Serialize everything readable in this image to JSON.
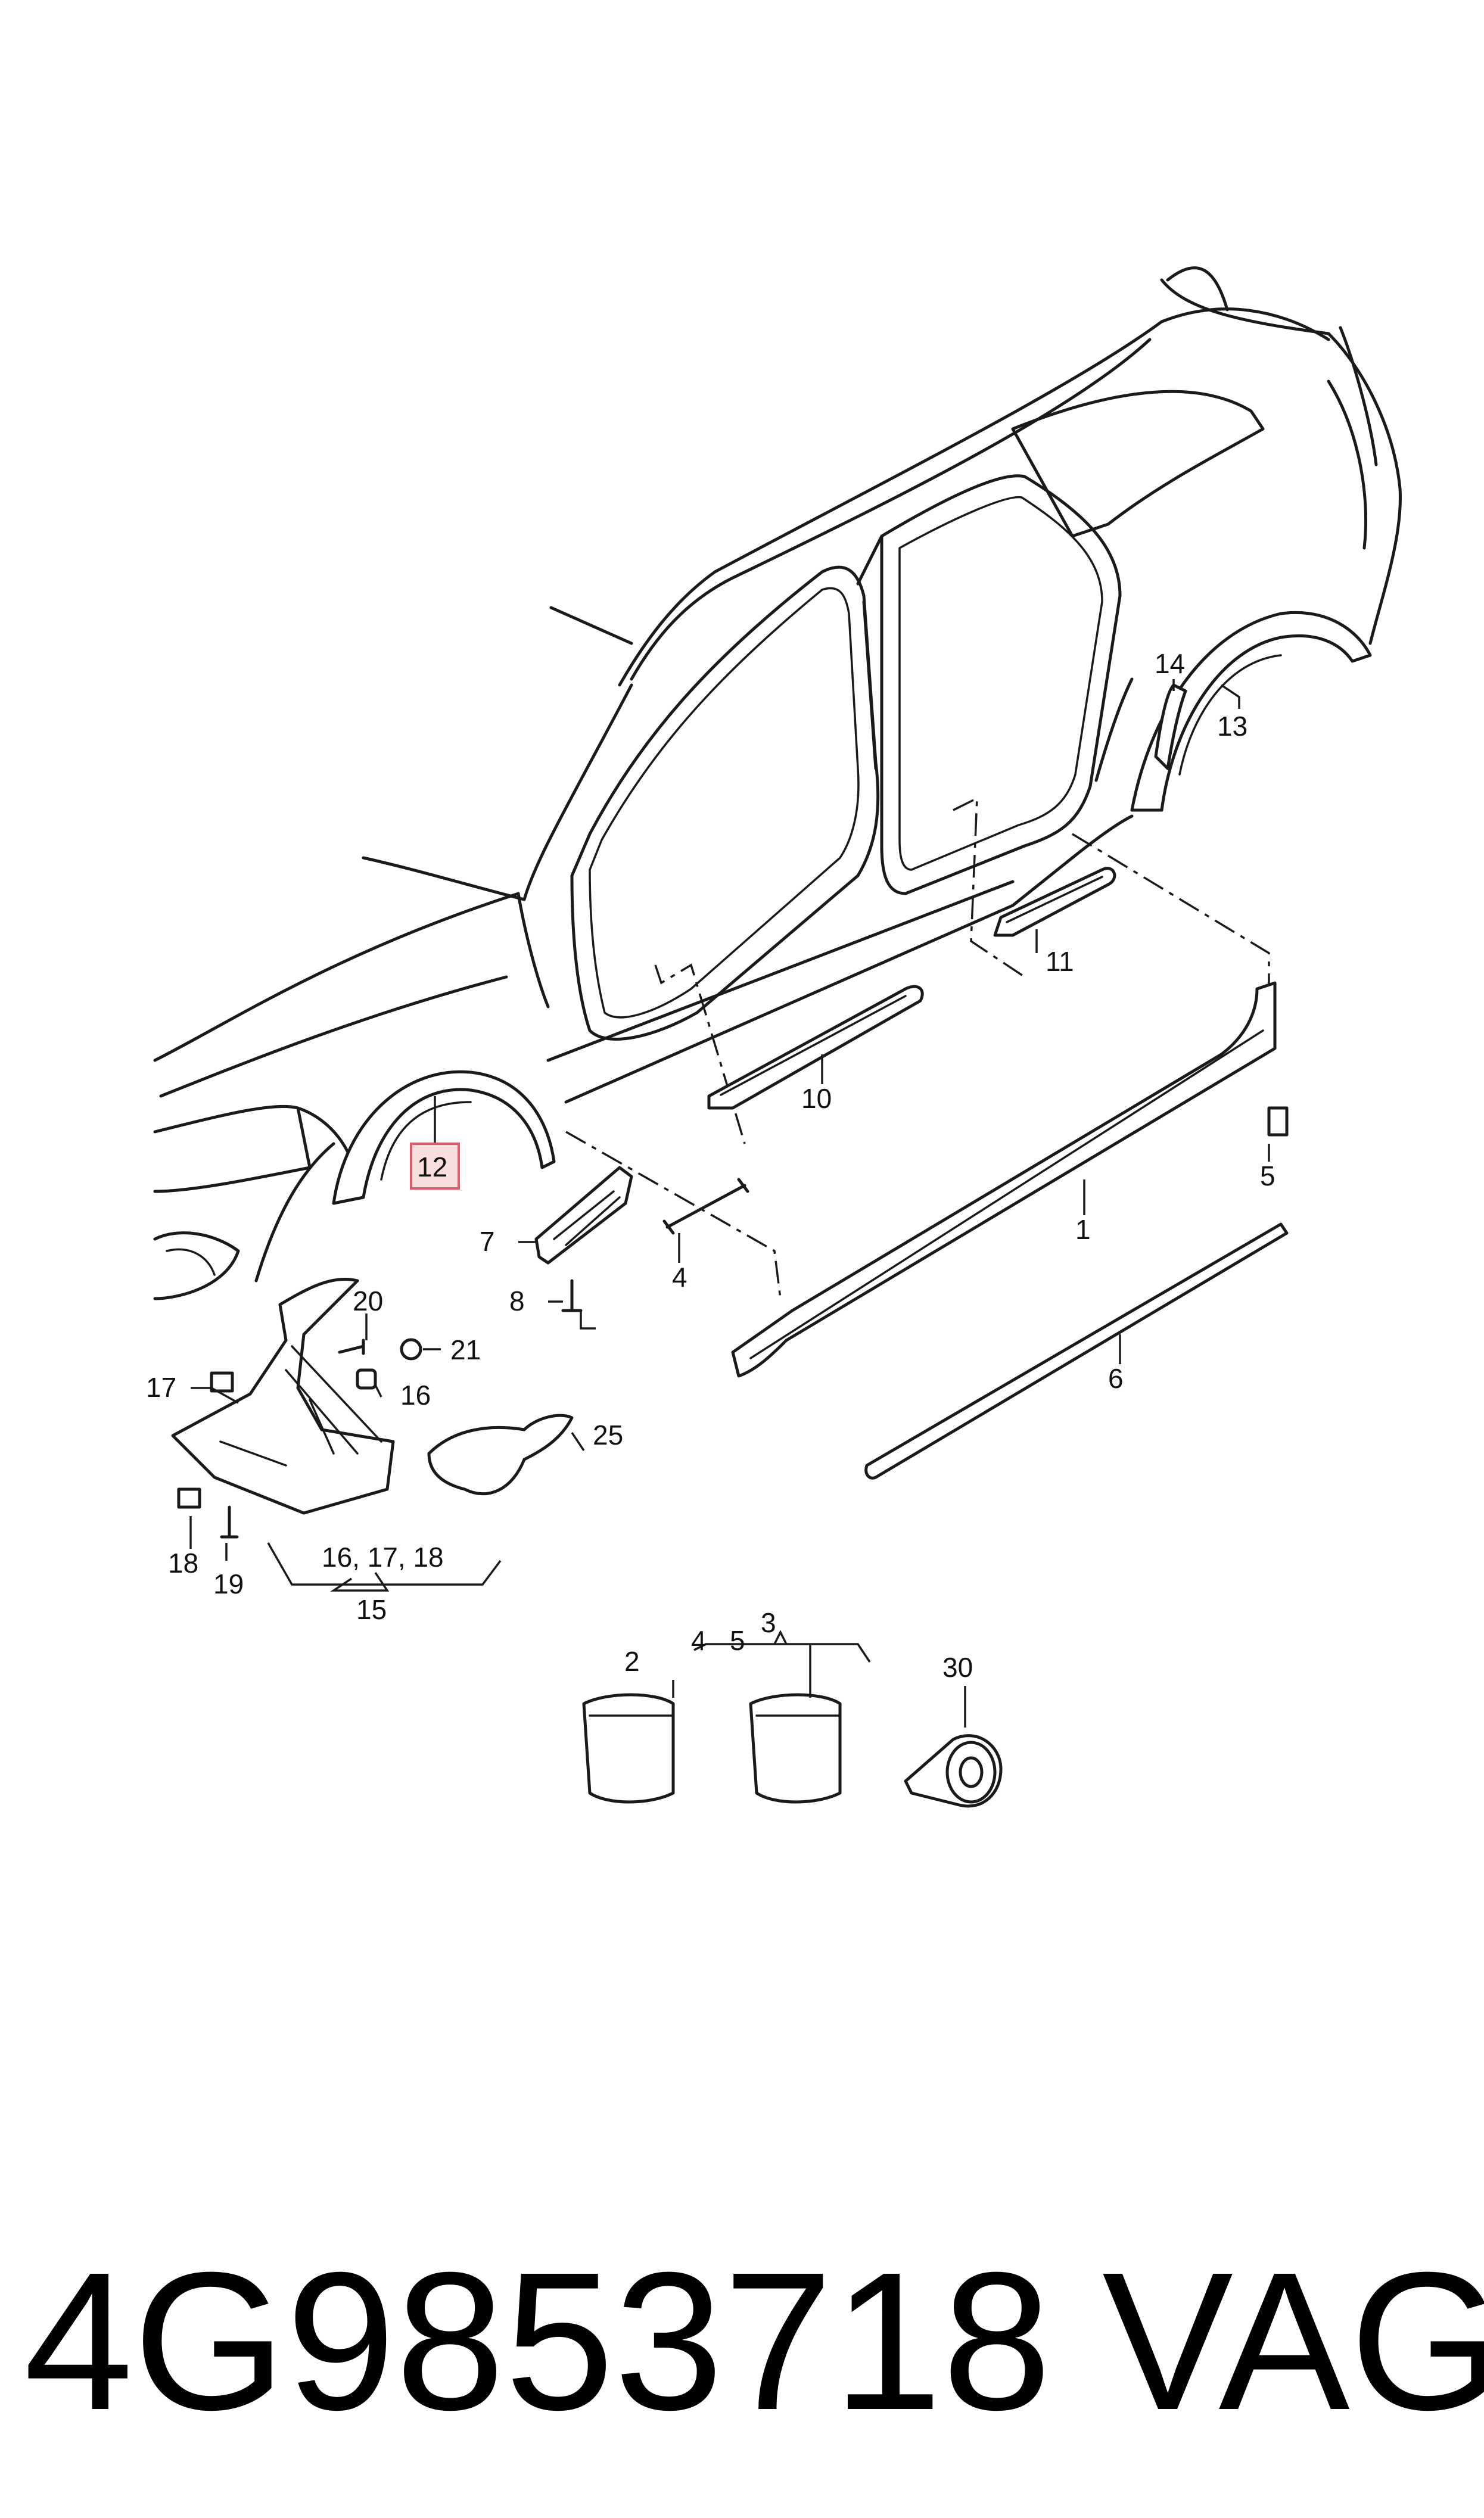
{
  "diagram": {
    "callouts": {
      "c1": "1",
      "c2": "2",
      "c3": "3",
      "c4": "4",
      "c4b": "4",
      "c5": "5",
      "c5b": "5",
      "c6": "6",
      "c7": "7",
      "c8": "8",
      "c10": "10",
      "c11": "11",
      "c12": "12",
      "c13": "13",
      "c14": "14",
      "c15": "15",
      "c16": "16",
      "c16b": "16, 17, 18",
      "c17": "17",
      "c18": "18",
      "c19": "19",
      "c20": "20",
      "c21": "21",
      "c25": "25",
      "c30": "30"
    },
    "highlight_color": "#f9dede"
  },
  "footer": {
    "part_number": "4G9853718",
    "brand": "VAG"
  }
}
